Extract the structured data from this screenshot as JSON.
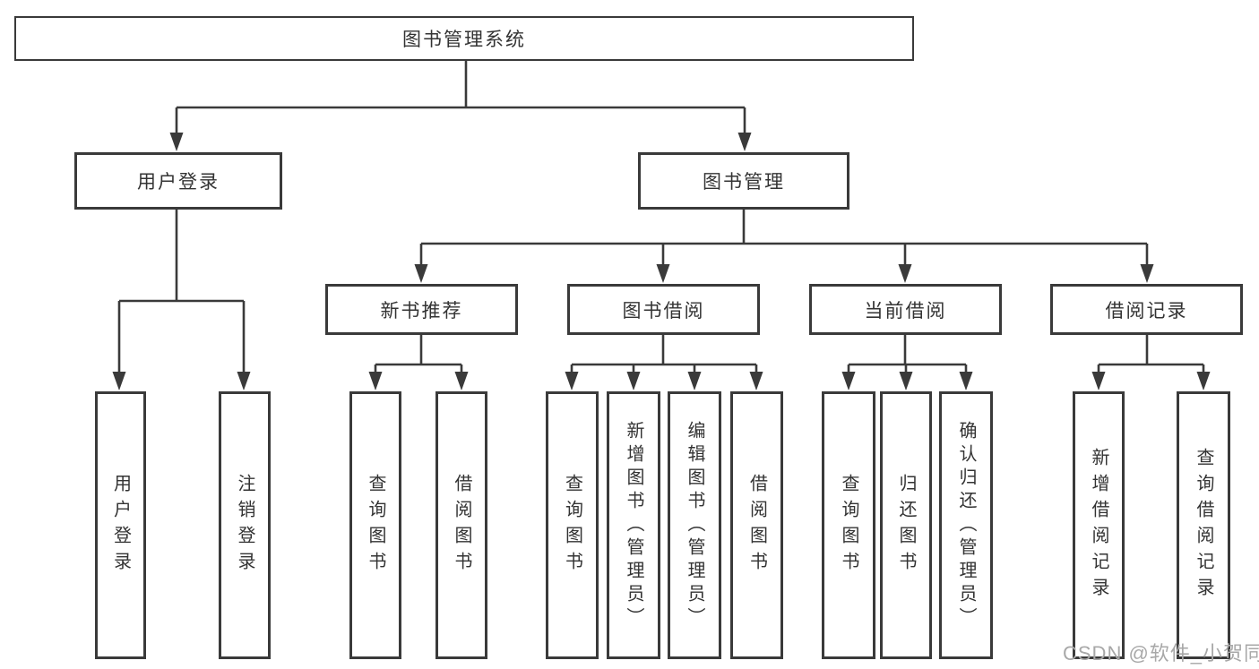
{
  "diagram": {
    "root": "图书管理系统",
    "user_branch": {
      "label": "用户登录",
      "children": [
        "用户登录",
        "注销登录"
      ]
    },
    "book_branch": {
      "label": "图书管理",
      "modules": [
        {
          "label": "新书推荐",
          "children": [
            "查询图书",
            "借阅图书"
          ]
        },
        {
          "label": "图书借阅",
          "children": [
            "查询图书",
            "新增图书（管理员）",
            "编辑图书（管理员）",
            "借阅图书"
          ]
        },
        {
          "label": "当前借阅",
          "children": [
            "查询图书",
            "归还图书",
            "确认归还（管理员）"
          ]
        },
        {
          "label": "借阅记录",
          "children": [
            "新增借阅记录",
            "查询借阅记录"
          ]
        }
      ]
    }
  },
  "watermark": "CSDN @软件_小贺同学",
  "colors": {
    "line": "#3a3a3a",
    "text": "#333333",
    "watermark": "#a8a8a8",
    "background": "#ffffff"
  }
}
